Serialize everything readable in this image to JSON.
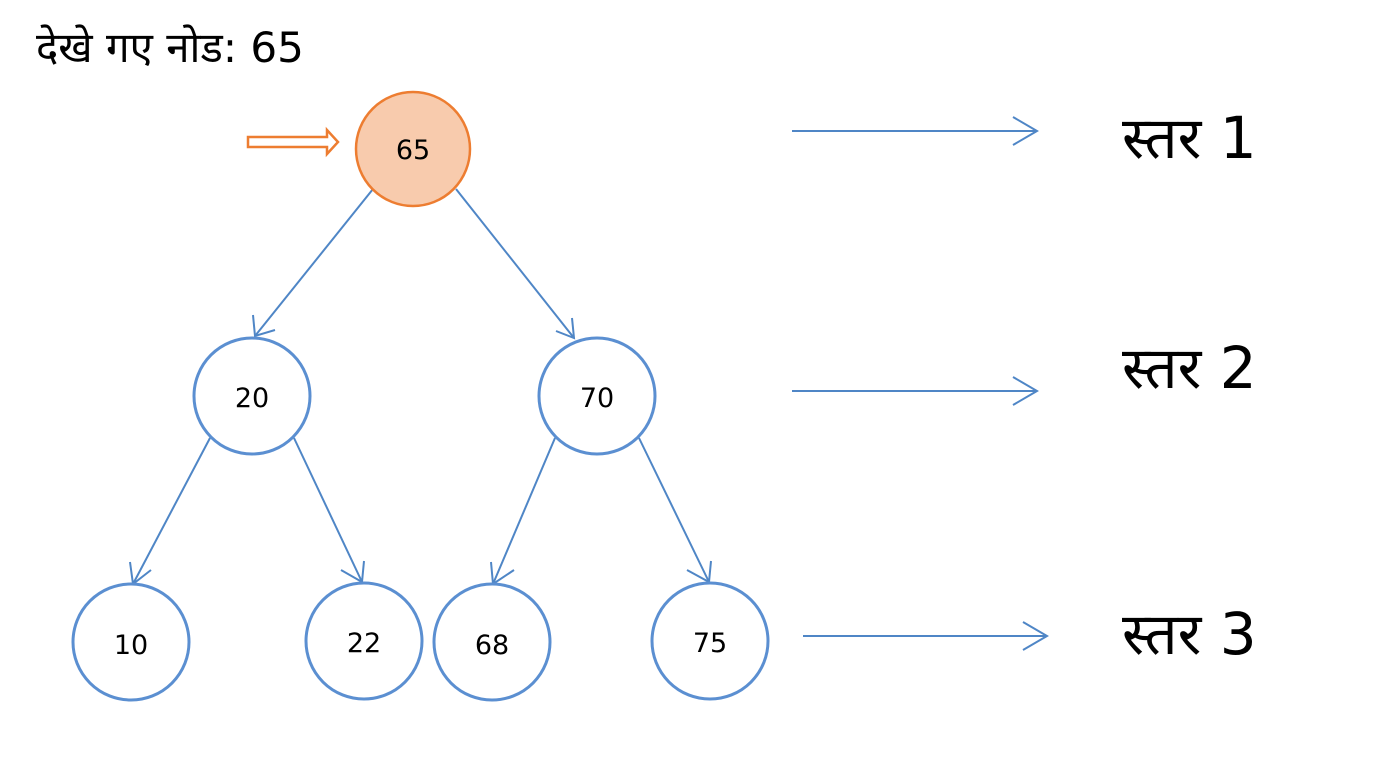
{
  "header": {
    "visited_label": "देखे गए नोड: 65"
  },
  "colors": {
    "edge": "#4f86c6",
    "node_stroke": "#5b8fd1",
    "current_fill": "#f8cbad",
    "current_stroke": "#ed7d31",
    "pointer": "#ed7d31"
  },
  "tree": {
    "root": {
      "label": "65",
      "current": true
    },
    "level2": [
      {
        "label": "20"
      },
      {
        "label": "70"
      }
    ],
    "level3": [
      {
        "label": "10"
      },
      {
        "label": "22"
      },
      {
        "label": "68"
      },
      {
        "label": "75"
      }
    ]
  },
  "levels": [
    {
      "label": "स्तर 1"
    },
    {
      "label": "स्तर 2"
    },
    {
      "label": "स्तर 3"
    }
  ],
  "icons": {
    "pointer": "double-arrow-right-icon",
    "level_arrow": "arrow-right-icon"
  }
}
